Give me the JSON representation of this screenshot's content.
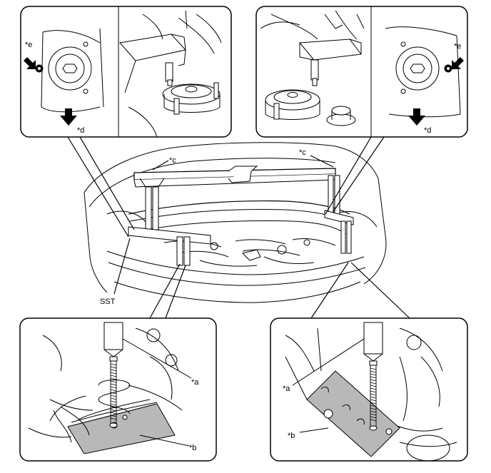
{
  "labels": {
    "sst": "SST",
    "a_left": "*a",
    "b_left": "*b",
    "a_right": "*a",
    "b_right": "*b",
    "c_left": "*c",
    "c_right": "*c",
    "d_left": "*d",
    "d_right": "*d",
    "e_left": "*e",
    "e_right": "*e"
  },
  "colors": {
    "line": "#000000",
    "plate_fill": "#b8b8b8",
    "background": "#ffffff"
  }
}
